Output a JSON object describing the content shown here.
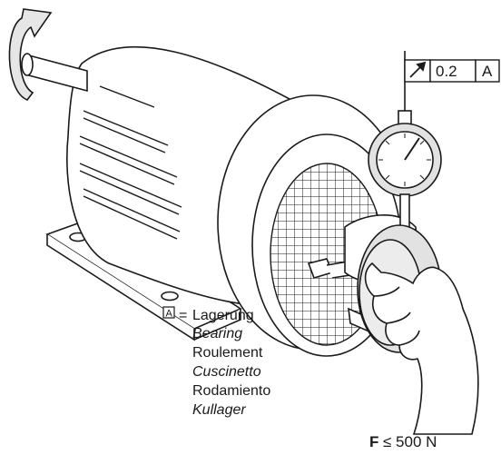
{
  "tolerance_frame": {
    "symbol_icon": "circular-runout-arrow-icon",
    "value": "0.2",
    "datum": "A"
  },
  "legend": {
    "datum_box": "A",
    "equals": "=",
    "items": [
      {
        "text": "Lagerung",
        "italic": false
      },
      {
        "text": "Bearing",
        "italic": true
      },
      {
        "text": "Roulement",
        "italic": false
      },
      {
        "text": "Cuscinetto",
        "italic": true
      },
      {
        "text": "Rodamiento",
        "italic": false
      },
      {
        "text": "Kullager",
        "italic": true
      }
    ]
  },
  "force": {
    "symbol": "F",
    "relation": "≤ 500 N"
  },
  "colors": {
    "line": "#1a1a1a",
    "gauge_fill": "#e2e2e2",
    "hand_fill": "#ffffff",
    "grid": "#1a1a1a"
  }
}
